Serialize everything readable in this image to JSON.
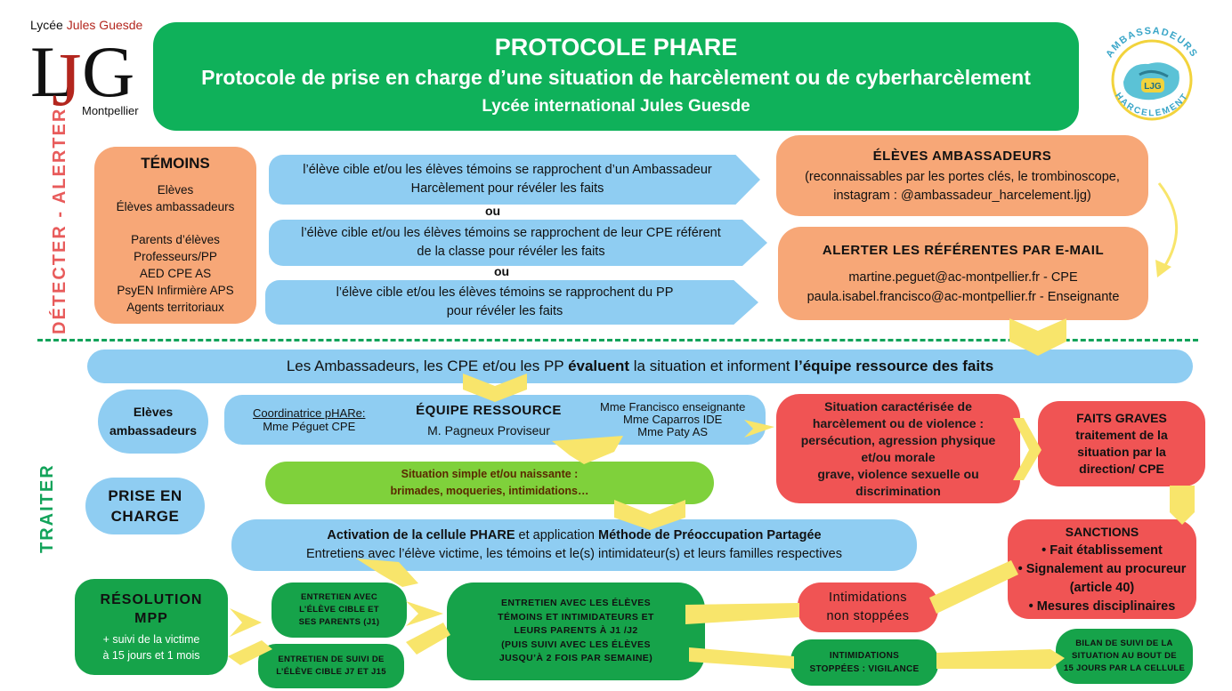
{
  "logo": {
    "top_prefix": "Lycée",
    "top_accent": "Jules Guesde",
    "mark": "LJG",
    "city": "Montpellier"
  },
  "header": {
    "title": "PROTOCOLE PHARE",
    "subtitle": "Protocole de prise en charge d’une situation de harcèlement ou de cyberharcèlement",
    "school": "Lycée international Jules Guesde"
  },
  "amb_logo": {
    "ring_top": "AMBASSADEURS",
    "ring_bottom": "HARCELEMENT",
    "badge": "LJG"
  },
  "sections": {
    "detect": "DÉTECTER - ALERTER",
    "treat": "TRAITER"
  },
  "temoins": {
    "title": "TÉMOINS",
    "group1": [
      "Elèves",
      "Élèves ambassadeurs"
    ],
    "group2": [
      "Parents d’élèves",
      "Professeurs/PP",
      "AED CPE AS",
      "PsyEN Infirmière APS",
      "Agents territoriaux"
    ]
  },
  "options": {
    "opt1": [
      "l’élève cible et/ou les élèves témoins se rapprochent d’un Ambassadeur",
      "Harcèlement pour révéler les faits"
    ],
    "opt2": [
      "l’élève cible et/ou les élèves témoins se rapprochent de leur CPE référent",
      "de la classe pour révéler les faits"
    ],
    "opt3": [
      "l’élève cible et/ou les élèves témoins se rapprochent du PP",
      "pour révéler les faits"
    ],
    "or": "ou"
  },
  "eleves_amb": {
    "title": "ÉLÈVES AMBASSADEURS",
    "line1": "(reconnaissables par les portes clés, le trombinoscope,",
    "line2": "instagram : @ambassadeur_harcelement.ljg)"
  },
  "alerter": {
    "title": "ALERTER LES RÉFÉRENTES PAR E-MAIL",
    "line1": "martine.peguet@ac-montpellier.fr - CPE",
    "line2": "paula.isabel.francisco@ac-montpellier.fr - Enseignante"
  },
  "evaluate": {
    "pre": "Les Ambassadeurs, les CPE et/ou les PP ",
    "bold1": "évaluent",
    "mid": " la situation et informent ",
    "bold2": "l’équipe ressource des faits"
  },
  "traiter": {
    "eleves_amb": [
      "Elèves",
      "ambassadeurs"
    ],
    "equipe": {
      "coord_label": "Coordinatrice pHARe:",
      "coord_name": "Mme Péguet CPE",
      "title": "ÉQUIPE RESSOURCE",
      "proviseur": "M. Pagneux Proviseur",
      "members": [
        "Mme Francisco enseignante",
        "Mme Caparros IDE",
        "Mme Paty AS"
      ]
    },
    "simple": [
      "Situation simple et/ou naissante :",
      "brimades, moqueries, intimidations…"
    ],
    "prise": [
      "PRISE EN",
      "CHARGE"
    ],
    "activation": {
      "bold1": "Activation de la cellule PHARE",
      "mid": " et application  ",
      "bold2": "Méthode de Préoccupation Partagée",
      "line2": "Entretiens avec l’élève victime, les témoins et le(s) intimidateur(s) et leurs familles respectives"
    },
    "situation": [
      "Situation caractérisée de",
      "harcèlement ou de violence :",
      "persécution, agression physique",
      "et/ou morale",
      "grave, violence sexuelle ou",
      "discrimination"
    ],
    "graves": [
      "FAITS GRAVES",
      "traitement de la",
      "situation par la",
      "direction/ CPE"
    ],
    "sanctions": {
      "title": "SANCTIONS",
      "items": [
        "•  Fait établissement",
        "•  Signalement au procureur",
        "(article 40)",
        "•  Mesures disciplinaires"
      ]
    },
    "resolution": {
      "title1": "RÉSOLUTION",
      "title2": "MPP",
      "sub1": "+ suivi de la victime",
      "sub2": "à 15 jours et 1 mois"
    },
    "ent1": [
      "ENTRETIEN AVEC",
      "L’ÉLÈVE CIBLE ET",
      "SES PARENTS (J1)"
    ],
    "ent2": [
      "ENTRETIEN DE SUIVI DE",
      "L’ÉLÈVE CIBLE J7 ET J15"
    ],
    "ent3": [
      "ENTRETIEN AVEC LES ÉLÈVES",
      "TÉMOINS ET INTIMIDATEURS ET",
      "LEURS PARENTS À J1 /J2",
      "(PUIS SUIVI AVEC LES ÉLÈVES",
      "JUSQU’À 2 FOIS PAR SEMAINE)"
    ],
    "nonstop": [
      "Intimidations",
      "non stoppées"
    ],
    "stop": [
      "INTIMIDATIONS",
      "STOPPÉES : VIGILANCE"
    ],
    "bilan": [
      "BILAN DE SUIVI DE LA",
      "SITUATION AU BOUT DE",
      "15 JOURS PAR LA CELLULE"
    ]
  },
  "colors": {
    "green": "#0fb15a",
    "blue": "#8fcdf2",
    "orange": "#f7a777",
    "red": "#f05454",
    "lime": "#7fd13b",
    "yellow_arrow": "#f8e56b"
  }
}
